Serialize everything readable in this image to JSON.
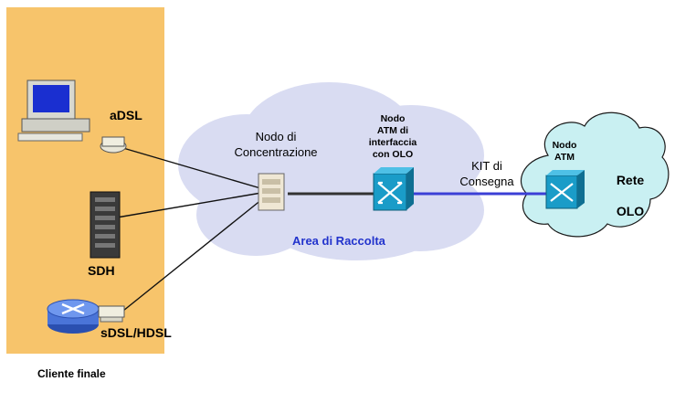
{
  "client_zone": {
    "caption": "Cliente finale",
    "devices": [
      {
        "label": "aDSL",
        "icon": "pc-with-modem-icon"
      },
      {
        "label": "SDH",
        "icon": "server-rack-icon"
      },
      {
        "label": "sDSL/HDSL",
        "icon": "router-with-modem-icon"
      }
    ]
  },
  "collection_area": {
    "caption": "Area di Raccolta",
    "concentrator": {
      "label_line1": "Nodo di",
      "label_line2": "Concentrazione",
      "icon": "concentrator-node-icon"
    },
    "atm_interface": {
      "line1": "Nodo",
      "line2": "ATM di",
      "line3": "interfaccia",
      "line4": "con OLO",
      "icon": "atm-switch-icon"
    }
  },
  "delivery_kit": {
    "line1": "KIT di",
    "line2": "Consegna"
  },
  "olo_network": {
    "label_line1": "Rete",
    "label_line2": "OLO",
    "node": {
      "line1": "Nodo",
      "line2": "ATM",
      "icon": "atm-switch-icon"
    }
  },
  "colors": {
    "client_zone_fill": "#F7C46B",
    "cloud_fill": "#D9DCF2",
    "olo_cloud_fill": "#C9F0F2",
    "atm_switch": "#1A9CC8",
    "trunk_link": "#3B3FD6",
    "area_caption": "#2233CC"
  }
}
